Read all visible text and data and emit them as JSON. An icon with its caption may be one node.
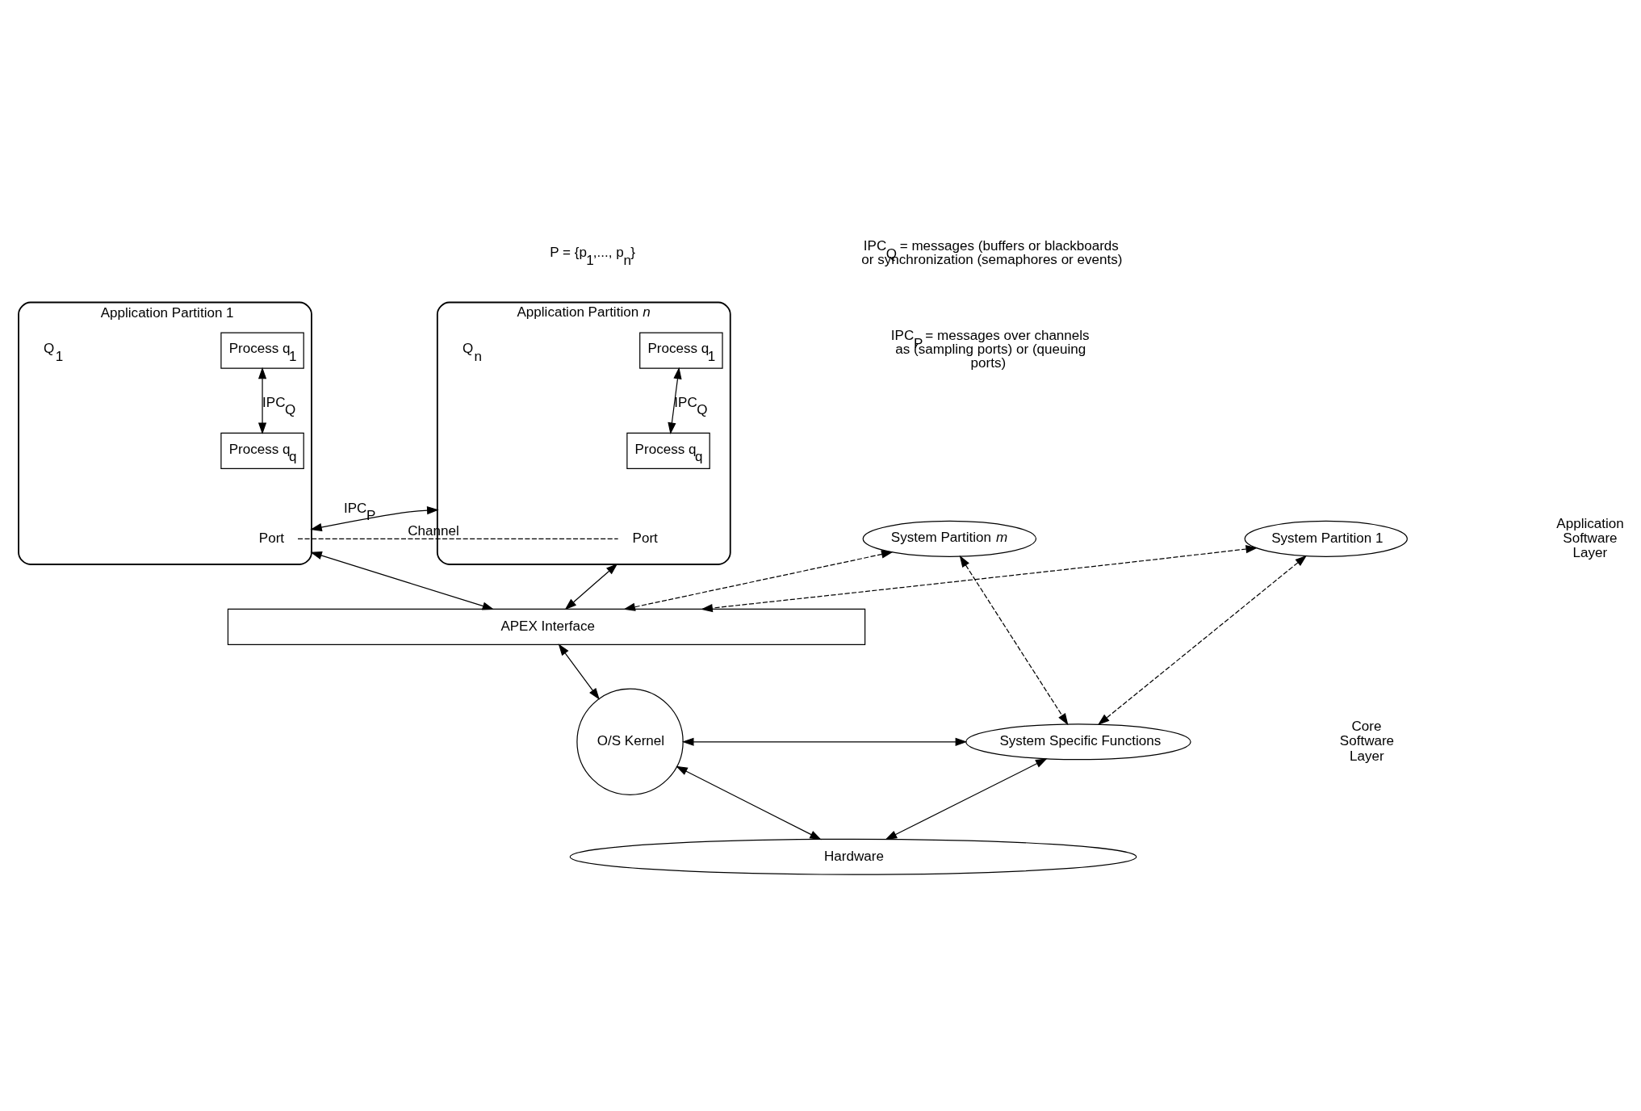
{
  "diagram": {
    "nodes": [
      {
        "text": [
          "Application Partition 1"
        ]
      },
      {
        "text": [
          "Process q$_{1}$"
        ],
        "in": 0
      },
      {
        "text": [
          "Process q$_{q}$"
        ],
        "in": 0
      },
      {
        "text": [
          "Port"
        ],
        "in": 0
      },
      {
        "text": [
          "Application Partition *n*"
        ]
      },
      {
        "text": [
          "Process q$_{1}$"
        ],
        "in": 4
      },
      {
        "text": [
          "Process q$_{q}$"
        ],
        "in": 4
      },
      {
        "text": [
          "Port"
        ],
        "in": 4
      },
      {
        "text": [
          "System Partition 1"
        ]
      },
      {
        "text": [
          "System Partition *m*"
        ]
      },
      {
        "text": [
          "APEX Interface"
        ]
      },
      {
        "text": [
          "O/S Kernel"
        ]
      },
      {
        "text": [
          "System Specific Functions"
        ]
      },
      {
        "text": [
          "Hardware"
        ]
      }
    ],
    "edges": [
      {
        "from": 1,
        "to": 2,
        "arrow": "both",
        "label": "IPC$_{Q}$"
      },
      {
        "from": 5,
        "to": 6,
        "arrow": "both",
        "label": "IPC$_{Q}$"
      },
      {
        "from": 0,
        "to": 4,
        "arrow": "both",
        "label": "IPC$_{P}$"
      },
      {
        "from": 3,
        "to": 7,
        "arrow": "none",
        "style": "dashed",
        "label": "Channel"
      },
      {
        "from": 0,
        "to": 10,
        "arrow": "both"
      },
      {
        "from": 4,
        "to": 10,
        "arrow": "both"
      },
      {
        "from": 8,
        "to": 10,
        "arrow": "both",
        "style": "dashed"
      },
      {
        "from": 9,
        "to": 10,
        "arrow": "both",
        "style": "dashed"
      },
      {
        "from": 8,
        "to": 12,
        "arrow": "both",
        "style": "dashed"
      },
      {
        "from": 9,
        "to": 12,
        "arrow": "both",
        "style": "dashed"
      },
      {
        "from": 10,
        "to": 11,
        "arrow": "both"
      },
      {
        "from": 11,
        "to": 12,
        "arrow": "both"
      },
      {
        "from": 11,
        "to": 13,
        "arrow": "both"
      },
      {
        "from": 12,
        "to": 13,
        "arrow": "both"
      }
    ],
    "labels": [
      "P = {p$_{1}$,..., p$_{n}$}",
      "Application Software Layer",
      "Q$_{1}$",
      "Q$_{n}$",
      "IPC$_{Q}$ = messages (buffers or blackboards or synchronization (semaphores or events)",
      "IPC$_{P}$ = messages over channels as (sampling ports) or (queuing ports)",
      "Core Software Layer"
    ]
  }
}
